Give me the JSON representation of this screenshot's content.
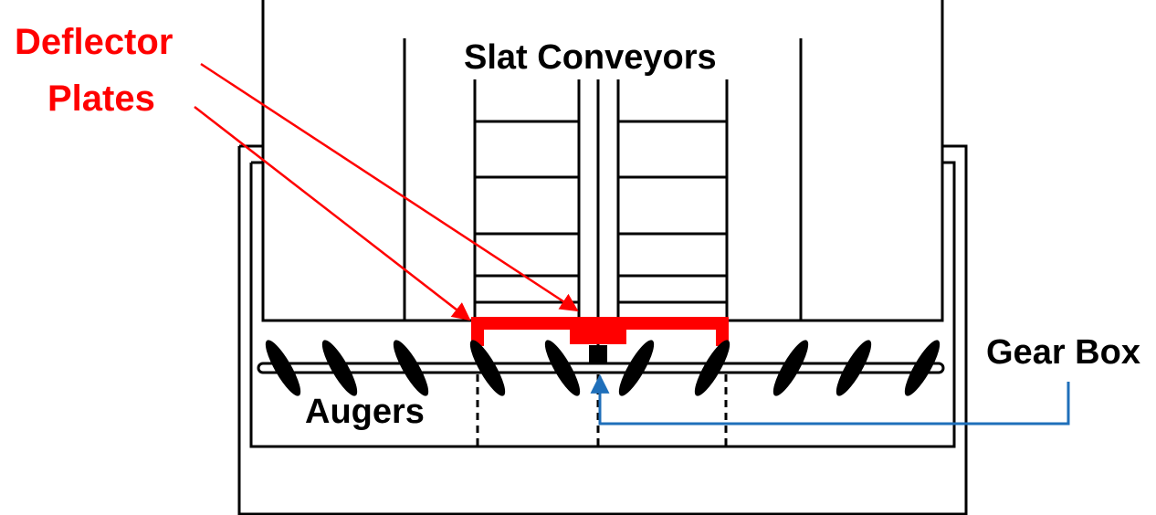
{
  "labels": {
    "deflector_line1": "Deflector",
    "deflector_line2": "Plates",
    "slat_conveyors": "Slat Conveyors",
    "gear_box": "Gear Box",
    "augers": "Augers"
  },
  "colors": {
    "deflector": "#ff0000",
    "gearbox_leader": "#1f6fba",
    "structure": "#000000"
  }
}
